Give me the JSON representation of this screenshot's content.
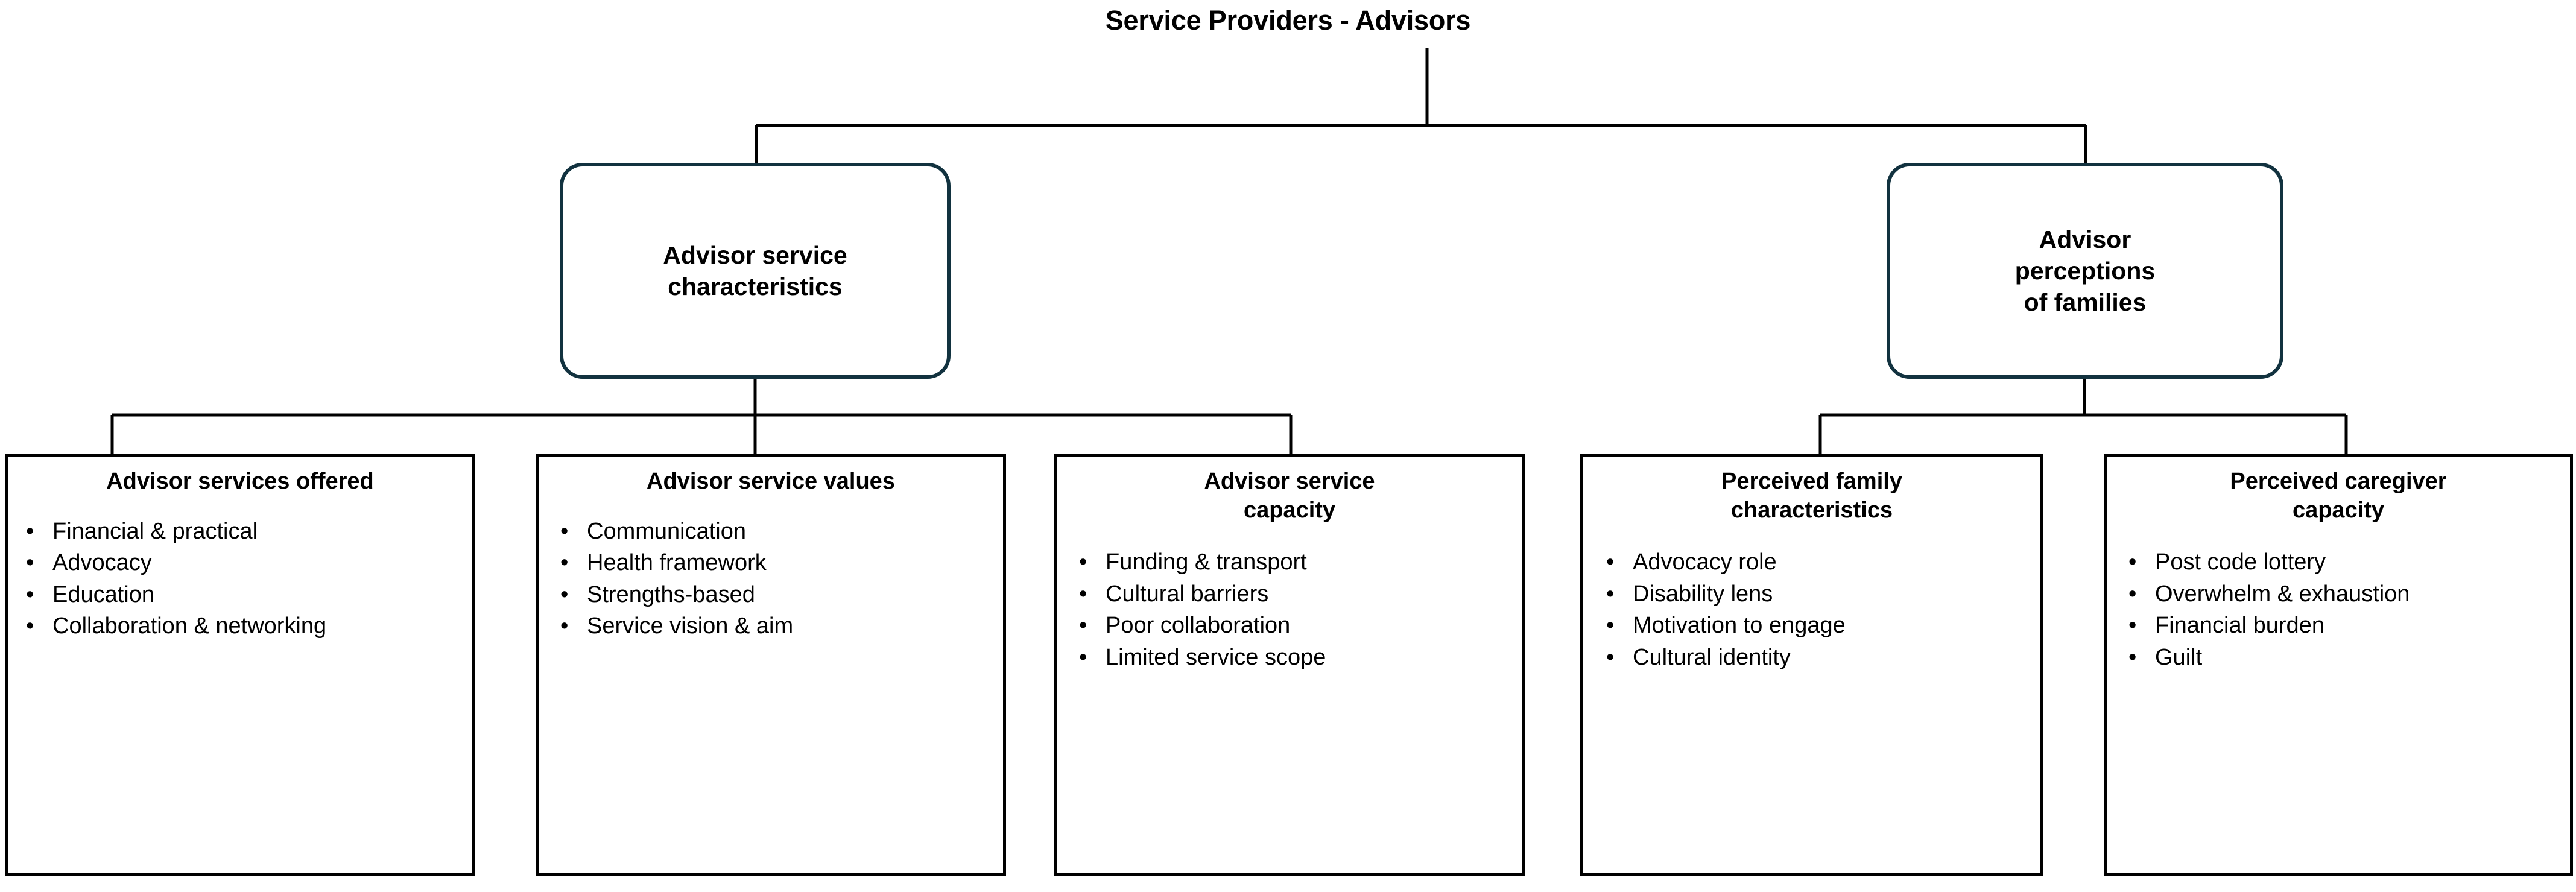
{
  "diagram": {
    "root": {
      "label": "Service Providers - Advisors"
    },
    "colors": {
      "theme_border": "#12323f",
      "subtheme_border": "#000000",
      "connector": "#000000",
      "text": "#000000",
      "background": "#ffffff"
    },
    "themes": [
      {
        "id": "advisor-service-characteristics",
        "label": "Advisor service\ncharacteristics"
      },
      {
        "id": "advisor-perceptions-of-families",
        "label": "Advisor\nperceptions\nof families"
      }
    ],
    "subthemes": [
      {
        "id": "advisor-services-offered",
        "parent": "advisor-service-characteristics",
        "title": "Advisor services offered",
        "items": [
          "Financial & practical",
          "Advocacy",
          "Education",
          "Collaboration & networking"
        ]
      },
      {
        "id": "advisor-service-values",
        "parent": "advisor-service-characteristics",
        "title": "Advisor service values",
        "items": [
          "Communication",
          "Health framework",
          "Strengths-based",
          "Service vision & aim"
        ]
      },
      {
        "id": "advisor-service-capacity",
        "parent": "advisor-service-characteristics",
        "title": "Advisor service\ncapacity",
        "items": [
          "Funding & transport",
          "Cultural barriers",
          "Poor collaboration",
          "Limited service scope"
        ]
      },
      {
        "id": "perceived-family-characteristics",
        "parent": "advisor-perceptions-of-families",
        "title": "Perceived family\ncharacteristics",
        "items": [
          "Advocacy role",
          "Disability lens",
          "Motivation to engage",
          "Cultural identity"
        ]
      },
      {
        "id": "perceived-caregiver-capacity",
        "parent": "advisor-perceptions-of-families",
        "title": "Perceived caregiver\ncapacity",
        "items": [
          "Post code lottery",
          "Overwhelm & exhaustion",
          "Financial burden",
          "Guilt"
        ]
      }
    ]
  }
}
